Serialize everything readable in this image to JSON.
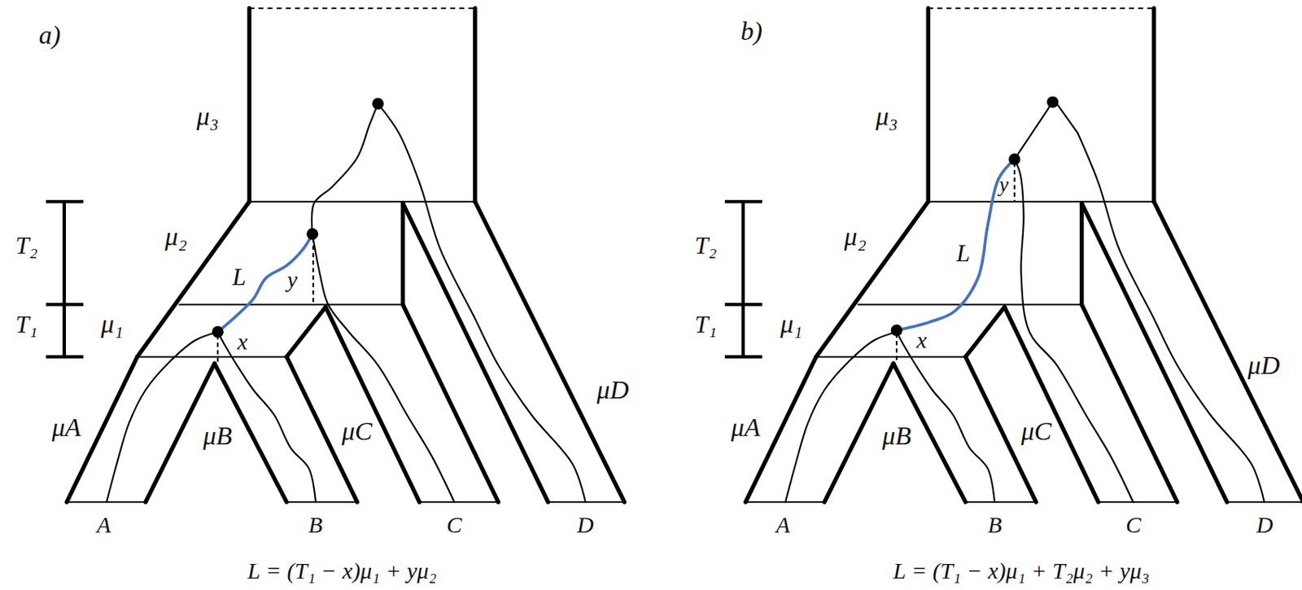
{
  "diagram": {
    "labels": [
      "a)",
      "μ₃",
      "T₂",
      "μ₂",
      "L",
      "y",
      "T₁",
      "μ₁",
      "x",
      "μA",
      "μB",
      "μC",
      "μD",
      "A",
      "B",
      "C",
      "D",
      "L = (T₁ − x)μ₁ + yμ₂",
      "b)",
      "μ₃",
      "T₂",
      "μ₂",
      "L",
      "y",
      "T₁",
      "μ₁",
      "x",
      "μA",
      "μB",
      "μC",
      "μD",
      "A",
      "B",
      "C",
      "D",
      "L = (T₁ − x)μ₁ + T₂μ₂ + yμ₃"
    ]
  }
}
